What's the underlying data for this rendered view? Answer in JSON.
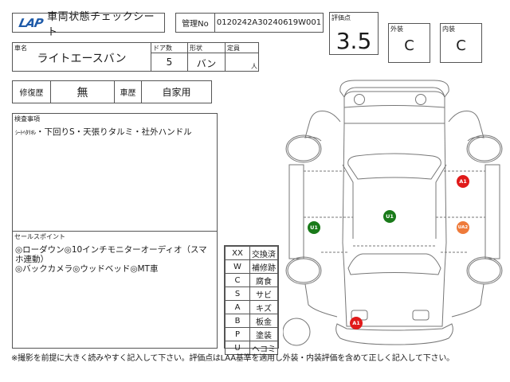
{
  "header": {
    "logo": "LAP",
    "title": "車両状態チェックシート",
    "management_label": "管理No",
    "management_no": "0120242A30240619W001"
  },
  "score": {
    "label": "評価点",
    "value": "3.5"
  },
  "exterior": {
    "label": "外装",
    "value": "C"
  },
  "interior": {
    "label": "内装",
    "value": "C"
  },
  "vehicle": {
    "name_label": "車名",
    "name": "ライトエースバン",
    "doors_label": "ドア数",
    "doors": "5",
    "shape_label": "形状",
    "shape": "バン",
    "capacity_label": "定員",
    "capacity": "",
    "capacity_unit": "人"
  },
  "history": {
    "repair_label": "修復歴",
    "repair_value": "無",
    "usage_label": "車歴",
    "usage_value": "自家用"
  },
  "inspection": {
    "label": "検査事項",
    "text_small": "ｼｰﾄﾍﾀﾘｷﾚ",
    "text": "・下回りS・天張りタルミ・社外ハンドル"
  },
  "sales_points": {
    "label": "セールスポイント",
    "line1": "◎ローダウン◎10インチモニターオーディオ（スマホ連動）",
    "line2": "◎バックカメラ◎ウッドベッド◎MT車"
  },
  "legend": [
    {
      "code": "XX",
      "meaning": "交換済"
    },
    {
      "code": "W",
      "meaning": "補修跡"
    },
    {
      "code": "C",
      "meaning": "腐食"
    },
    {
      "code": "S",
      "meaning": "サビ"
    },
    {
      "code": "A",
      "meaning": "キズ"
    },
    {
      "code": "B",
      "meaning": "板金"
    },
    {
      "code": "P",
      "meaning": "塗装"
    },
    {
      "code": "U",
      "meaning": "ヘコミ"
    }
  ],
  "damage_marks": [
    {
      "label": "A1",
      "location": "right-front-door",
      "color": "#e01a1a"
    },
    {
      "label": "U1",
      "location": "roof",
      "color": "#1a7a1a"
    },
    {
      "label": "U1",
      "location": "left-side",
      "color": "#1a7a1a"
    },
    {
      "label": "UA2",
      "location": "right-rear-door",
      "color": "#ee7a3a"
    },
    {
      "label": "A1",
      "location": "rear-left-bumper",
      "color": "#e01a1a"
    }
  ],
  "footer": {
    "note": "※撮影を前提に大きく読みやすく記入して下さい。評価点はLAA基準を適用し外装・内装評価を含めて正しく記入して下さい。"
  }
}
